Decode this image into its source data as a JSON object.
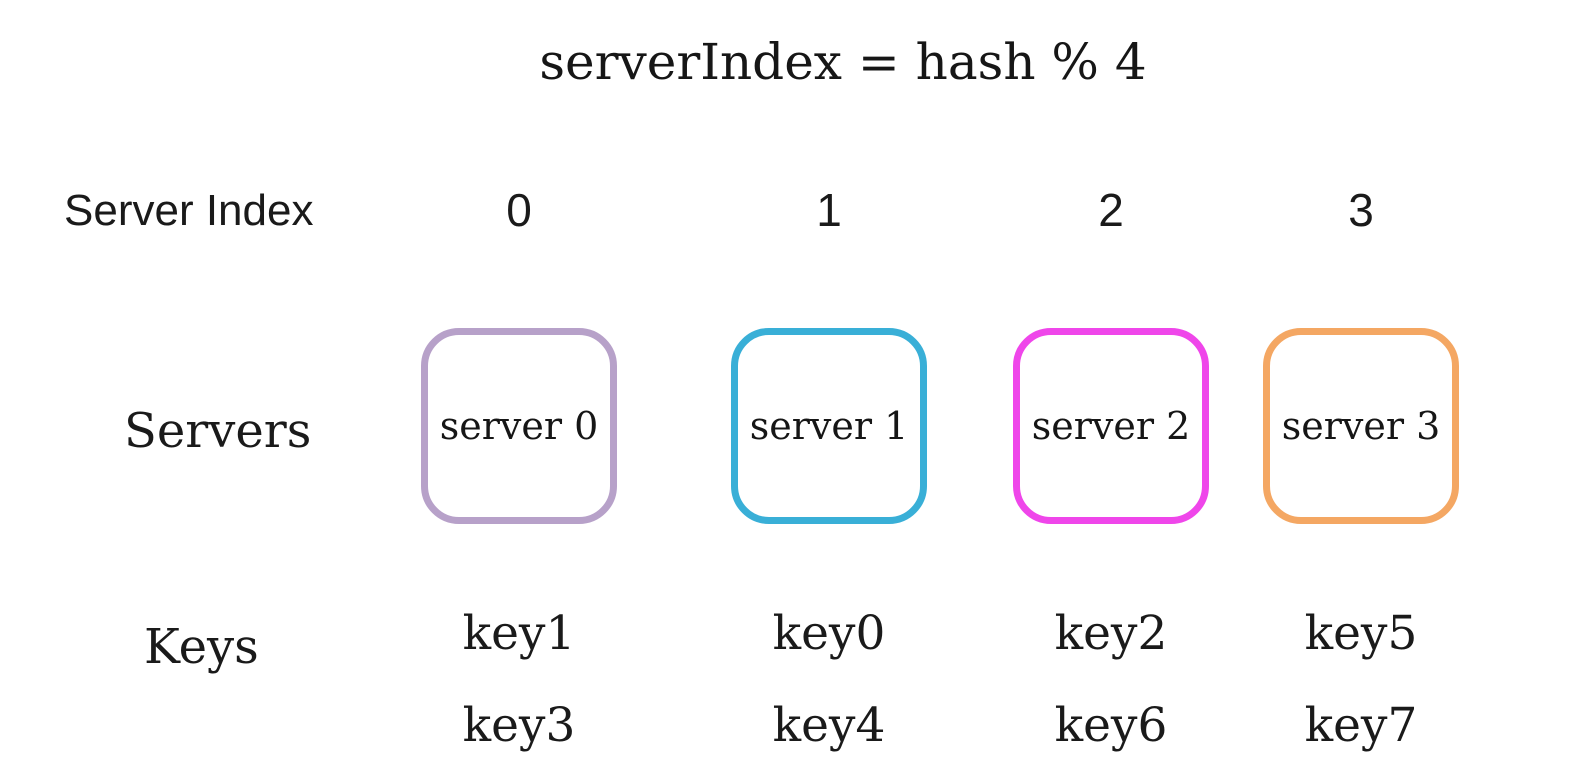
{
  "title": "serverIndex = hash % 4",
  "row_labels": {
    "server_index": "Server Index",
    "servers": "Servers",
    "keys": "Keys"
  },
  "servers": [
    {
      "index": "0",
      "label": "server 0",
      "border_color": "#b7a1c9",
      "keys": [
        "key1",
        "key3"
      ]
    },
    {
      "index": "1",
      "label": "server 1",
      "border_color": "#39afd7",
      "keys": [
        "key0",
        "key4"
      ]
    },
    {
      "index": "2",
      "label": "server 2",
      "border_color": "#ef46ea",
      "keys": [
        "key2",
        "key6"
      ]
    },
    {
      "index": "3",
      "label": "server 3",
      "border_color": "#f4a763",
      "keys": [
        "key5",
        "key7"
      ]
    }
  ],
  "colors": {
    "background": "#ffffff",
    "text": "#1a1a1a"
  }
}
